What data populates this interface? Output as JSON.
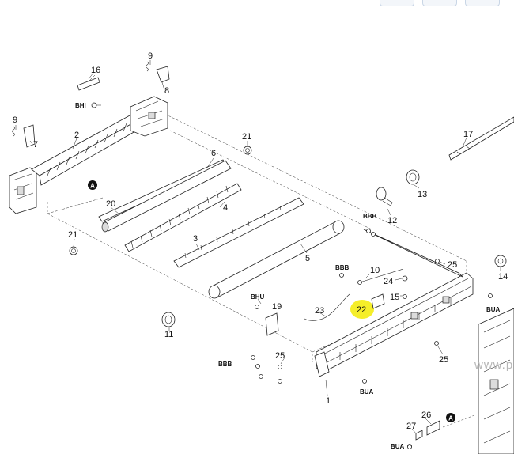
{
  "diagram": {
    "labels": {
      "p1": "1",
      "p2": "2",
      "p3": "3",
      "p4": "4",
      "p5": "5",
      "p6": "6",
      "p7": "7",
      "p8": "8",
      "p9a": "9",
      "p9b": "9",
      "p10": "10",
      "p11": "11",
      "p12": "12",
      "p13": "13",
      "p14": "14",
      "p15": "15",
      "p16": "16",
      "p17": "17",
      "p19": "19",
      "p20": "20",
      "p21a": "21",
      "p21b": "21",
      "p22": "22",
      "p23": "23",
      "p24": "24",
      "p25a": "25",
      "p25b": "25",
      "p25c": "25",
      "p26": "26",
      "p27": "27",
      "bhi": "BHI",
      "bhu": "BHU",
      "bbb1": "BBB",
      "bbb2": "BBB",
      "bbb3": "BBB",
      "bua1": "BUA",
      "bua2": "BUA",
      "bua3": "BUA",
      "markerA1": "A",
      "markerA2": "A"
    },
    "highlight_color": "#f5ee2a",
    "watermark": "www.p"
  }
}
